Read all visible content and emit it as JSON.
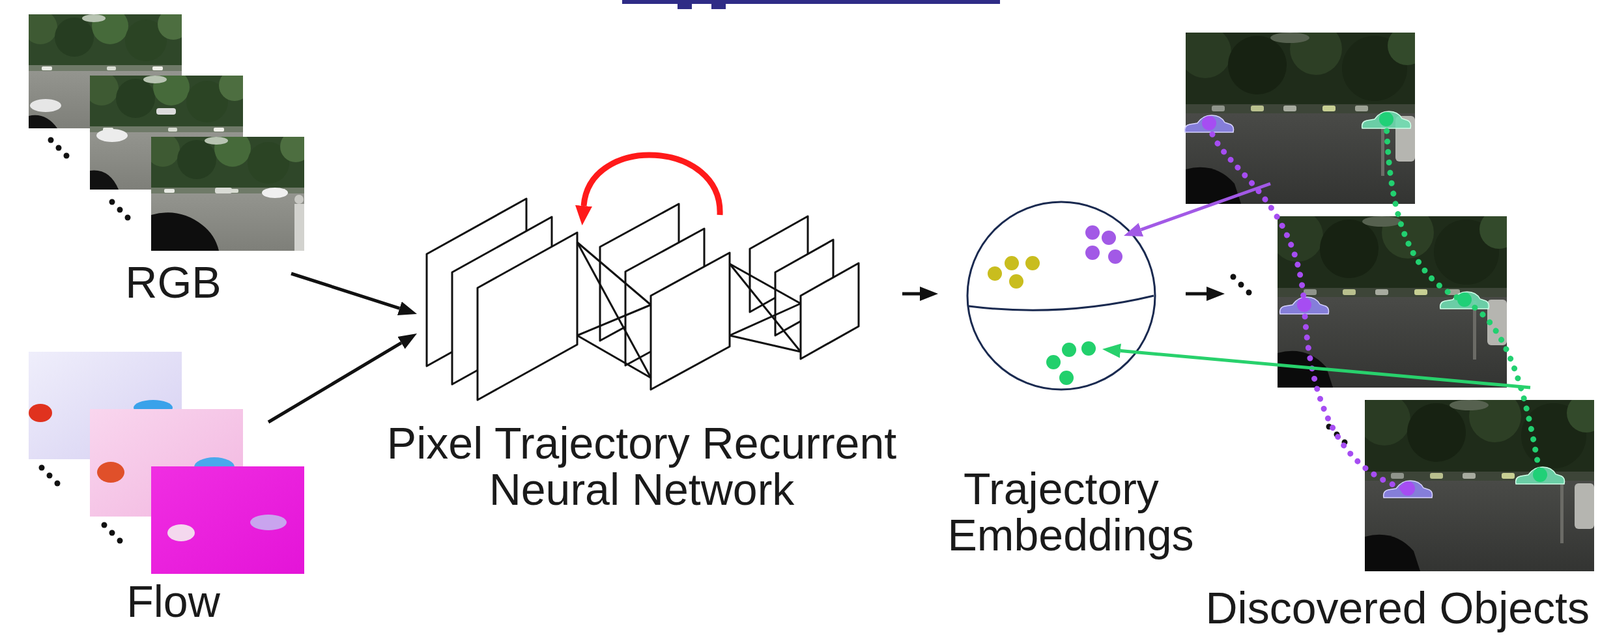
{
  "diagram": {
    "nodes": [
      {
        "text": [
          "RGB"
        ]
      },
      {
        "text": [
          "Flow"
        ]
      },
      {
        "text": [
          "Pixel Trajectory Recurrent Neural Network"
        ]
      },
      {
        "text": [
          "Trajectory Embeddings"
        ]
      },
      {
        "text": [
          "Discovered Objects"
        ]
      }
    ],
    "edges": [
      {
        "from": 0,
        "to": 2,
        "arrow": "to"
      },
      {
        "from": 1,
        "to": 2,
        "arrow": "to"
      },
      {
        "from": 2,
        "to": 3,
        "arrow": "to"
      },
      {
        "from": 3,
        "to": 4,
        "arrow": "to"
      },
      {
        "from": 4,
        "to": 3,
        "arrow": "to"
      },
      {
        "from": 4,
        "to": 3,
        "arrow": "to"
      }
    ]
  }
}
